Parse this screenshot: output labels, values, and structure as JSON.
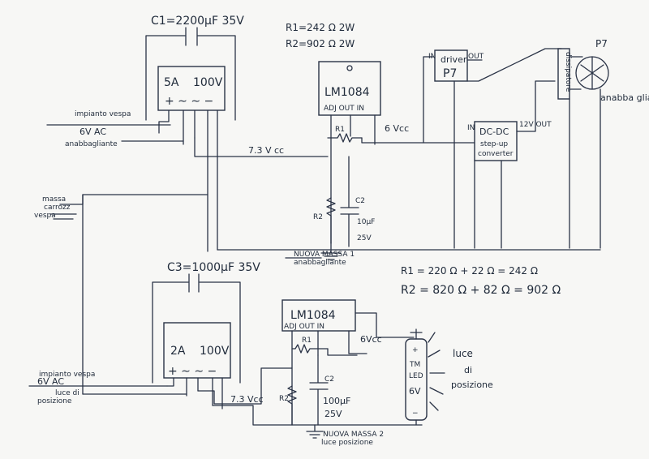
{
  "top": {
    "c1_label": "C1=2200μF 35V",
    "r1_spec": "R1=242 Ω 2W",
    "r2_spec": "R2=902 Ω 2W",
    "bridge_rating": "5A",
    "bridge_voltage": "100V",
    "bridge_pins": "+ ∼ ∼ −",
    "regulator_name": "LM1084",
    "regulator_pins": "ADJ  OUT  IN",
    "driver_label": "driver",
    "driver_model": "P7",
    "driver_out": "OUT",
    "driver_in": "IN",
    "dcdc_line1": "DC-DC",
    "dcdc_line2": "step-up",
    "dcdc_line3": "converter",
    "dcdc_in": "IN",
    "dcdc_out": "12V OUT",
    "led_model": "P7",
    "led_strip": "dissipatore",
    "led_desc": "anabba gliante",
    "input_label_1": "impianto vespa",
    "input_label_2": "6V AC",
    "input_label_3": "anabbagliante",
    "voltage_7v3": "7.3 V cc",
    "voltage_6v": "6 Vcc",
    "r1_mark": "R1",
    "r2_mark": "R2",
    "c2_mark": "C2",
    "c2_value": "10μF",
    "c2_voltage": "25V",
    "ground_label_1": "NUOVA MASSA 1",
    "ground_label_2": "anabbagliante",
    "chassis_1": "massa",
    "chassis_2": "carrozz",
    "chassis_3": "vespa"
  },
  "formulas": {
    "r1": "R1 = 220 Ω + 22 Ω = 242 Ω",
    "r2": "R2 = 820 Ω + 82 Ω = 902 Ω"
  },
  "bottom": {
    "c3_label": "C3=1000μF 35V",
    "bridge_rating": "2A",
    "bridge_voltage": "100V",
    "bridge_pins": "+ ∼ ∼ −",
    "regulator_name": "LM1084",
    "regulator_pins": "ADJ  OUT  IN",
    "input_label_1": "impianto vespa",
    "input_label_2": "6V AC",
    "input_label_3": "luce di",
    "input_label_4": "posizione",
    "voltage_7v3": "7.3 Vcc",
    "voltage_6v": "6Vcc",
    "r1_mark": "R1",
    "r2_mark": "R2",
    "c2_mark": "C2",
    "c2_value": "100μF",
    "c2_voltage": "25V",
    "led_model": "TM",
    "led_type": "LED",
    "led_voltage": "6V",
    "luce_1": "luce",
    "luce_2": "di",
    "luce_3": "posizione",
    "ground_label_1": "NUOVA MASSA 2",
    "ground_label_2": "luce posizione"
  }
}
